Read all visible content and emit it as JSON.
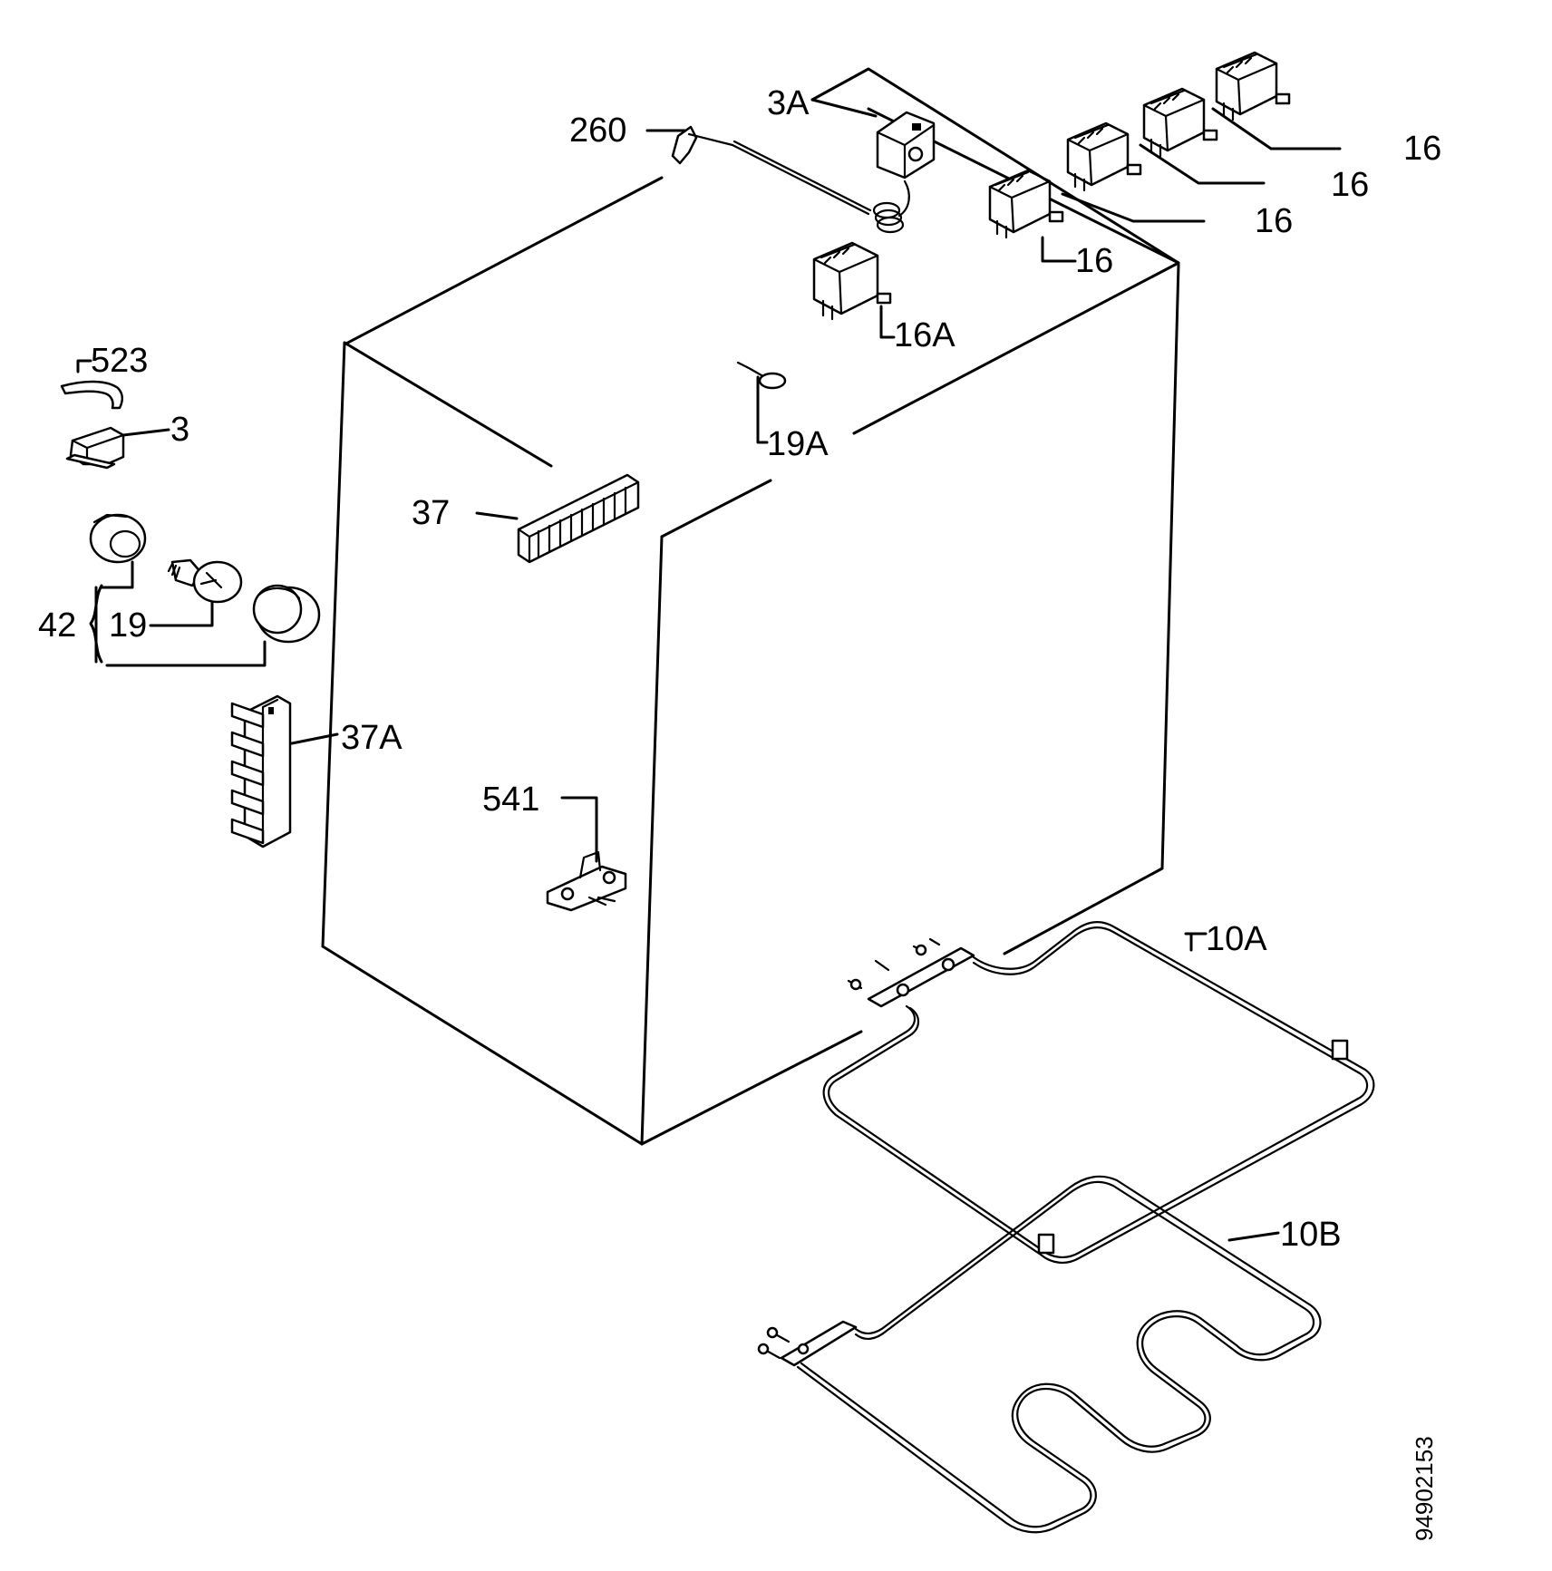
{
  "labels": {
    "p260": "260",
    "p3A": "3A",
    "p16_1": "16",
    "p16_2": "16",
    "p16_3": "16",
    "p16_4": "16",
    "p16A": "16A",
    "p523": "523",
    "p3": "3",
    "p19A": "19A",
    "p37": "37",
    "p42": "42",
    "p19": "19",
    "p37A": "37A",
    "p541": "541",
    "p10A": "10A",
    "p10B": "10B"
  },
  "drawing_code": "94902153"
}
